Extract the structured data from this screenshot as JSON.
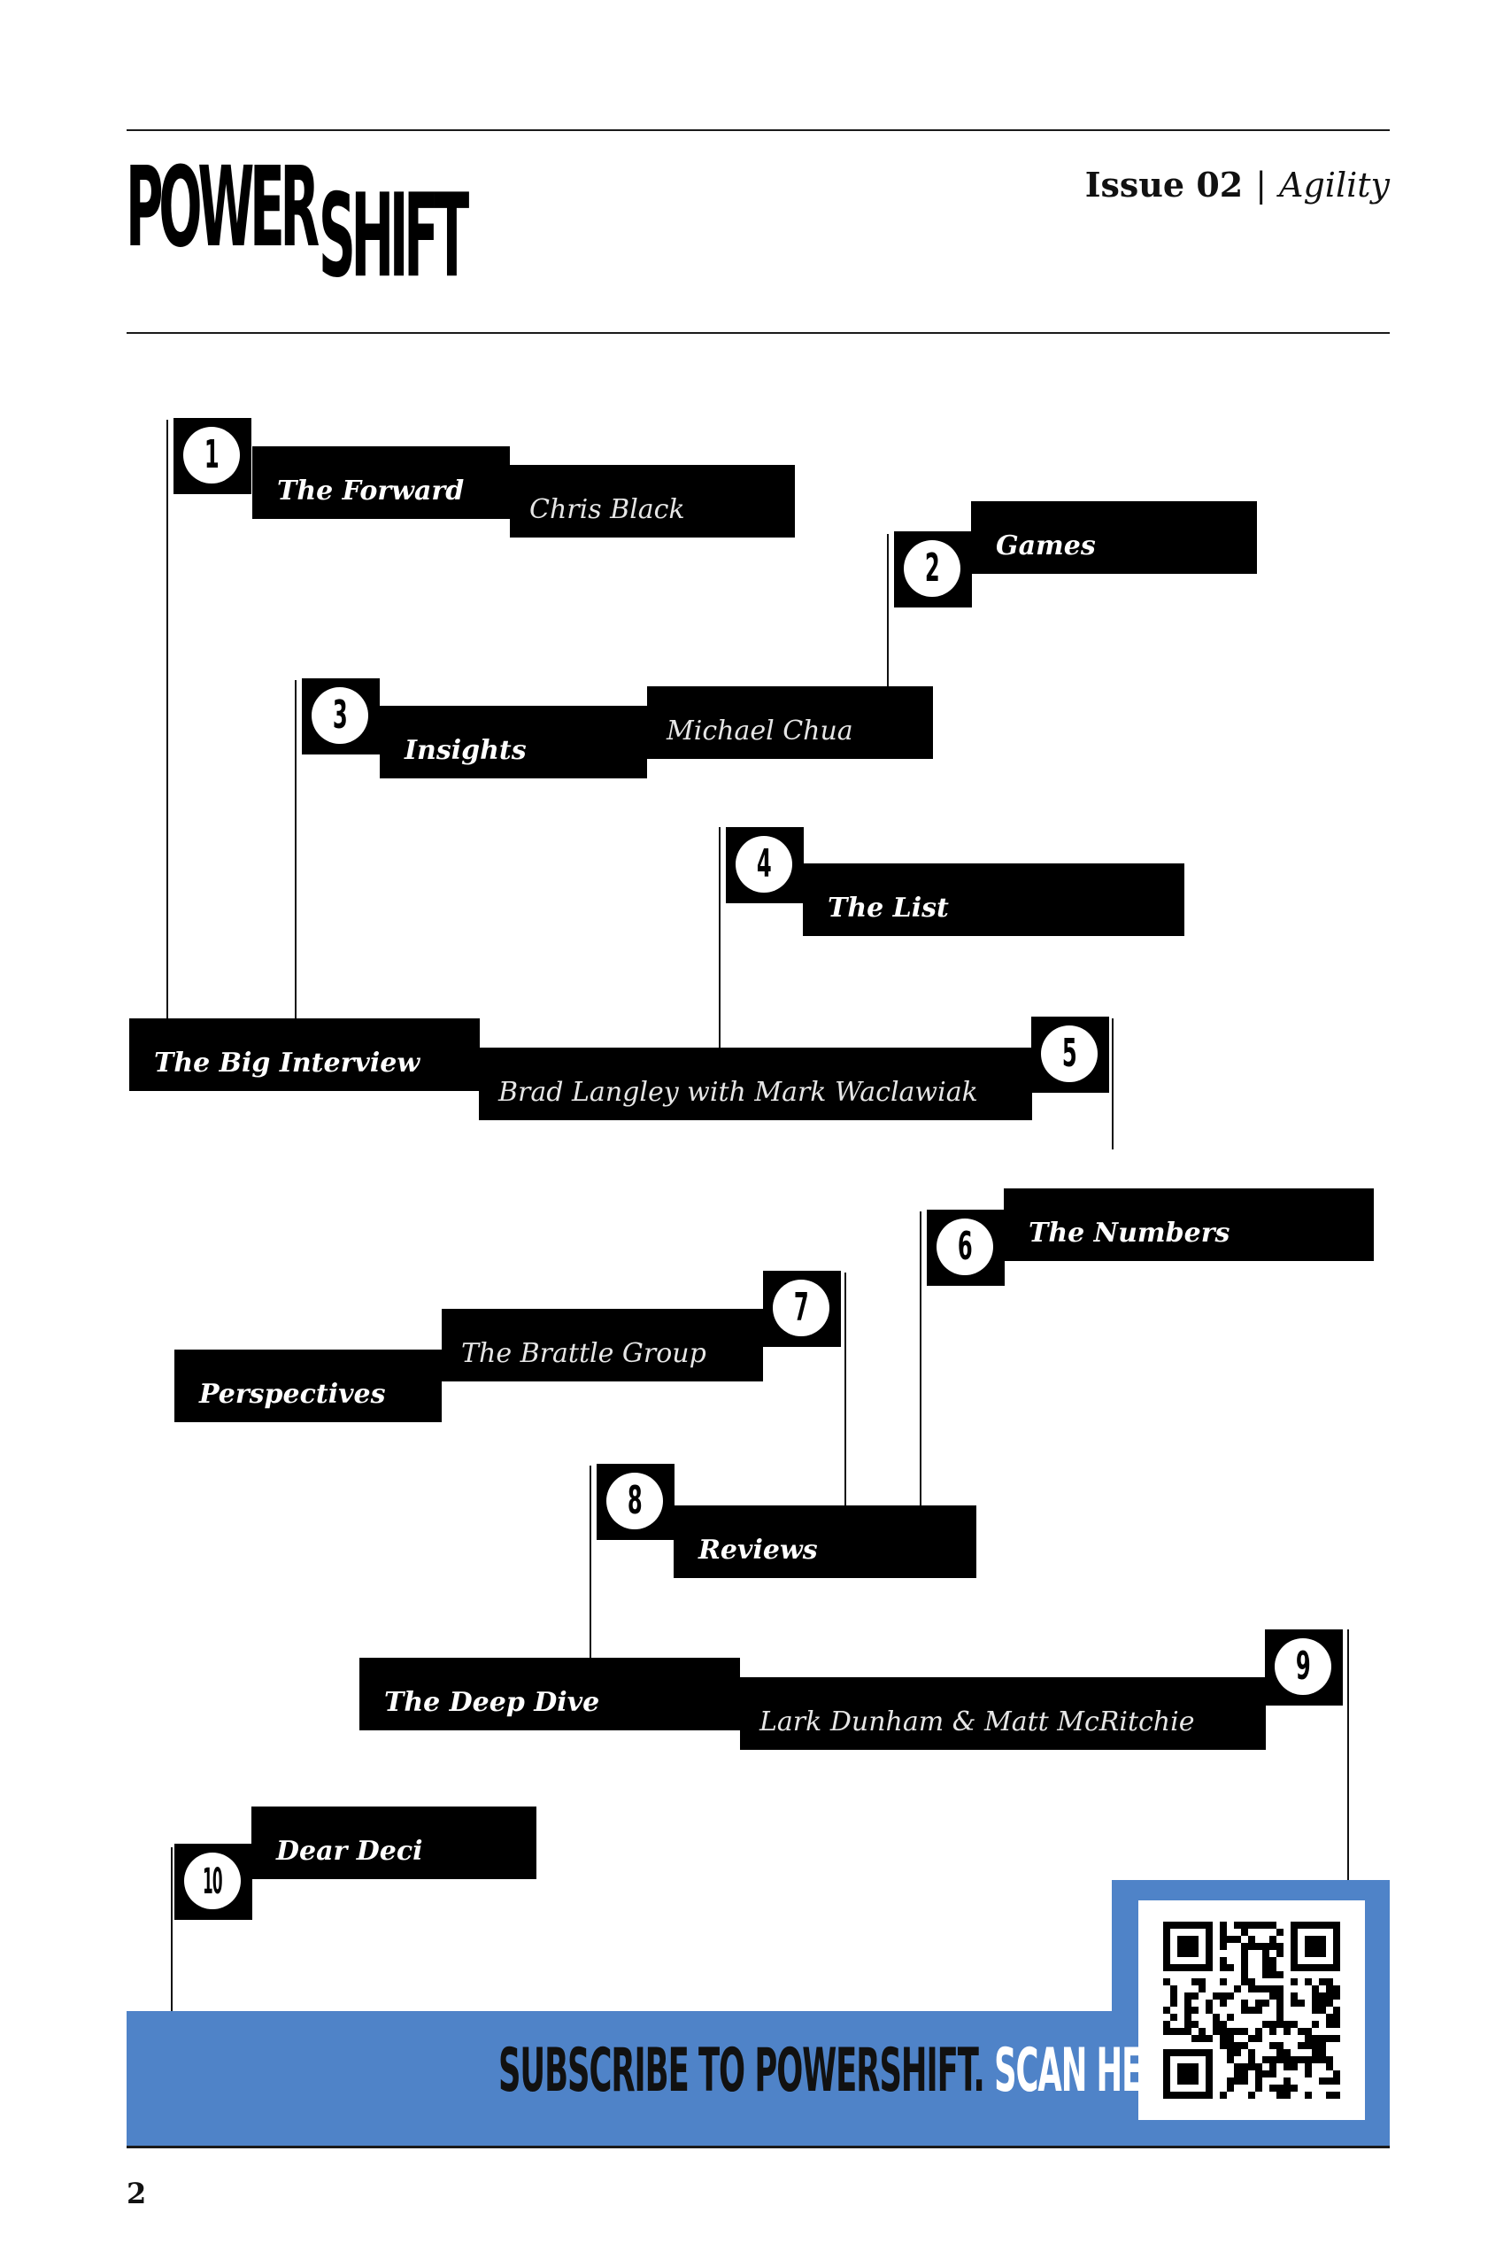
{
  "masthead": {
    "logo_part1": "POWER",
    "logo_part2": "SHIFT",
    "issue_label": "Issue 02",
    "issue_theme": "Agility"
  },
  "contents": [
    {
      "number": "1",
      "title": "The Forward",
      "author": "Chris Black"
    },
    {
      "number": "2",
      "title": "Games",
      "author": "Michael Chua"
    },
    {
      "number": "3",
      "title": "Insights",
      "author": ""
    },
    {
      "number": "4",
      "title": "The List",
      "author": ""
    },
    {
      "number": "5",
      "title": "The Big Interview",
      "author": "Brad Langley with Mark Waclawiak"
    },
    {
      "number": "6",
      "title": "The Numbers",
      "author": ""
    },
    {
      "number": "7",
      "title": "Perspectives",
      "author": "The Brattle Group"
    },
    {
      "number": "8",
      "title": "Reviews",
      "author": ""
    },
    {
      "number": "9",
      "title": "The Deep Dive",
      "author": "Lark Dunham & Matt McRitchie"
    },
    {
      "number": "10",
      "title": "Dear Deci",
      "author": ""
    }
  ],
  "footer": {
    "cta_part1": "SUBSCRIBE TO POWERSHIFT.",
    "cta_part2": " SCAN HERE.",
    "qr_icon": "qr-code-icon"
  },
  "page_number": "2",
  "colors": {
    "accent_blue": "#4f83c8",
    "bar_black": "#000000"
  }
}
